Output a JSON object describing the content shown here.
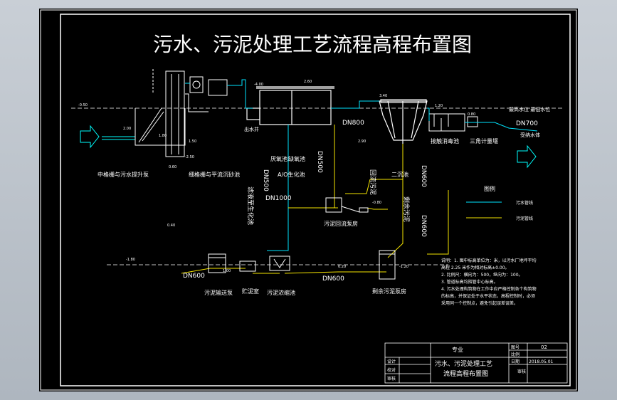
{
  "drawing": {
    "title": "污水、污泥处理工艺流程高程布置图",
    "colors": {
      "background": "#000000",
      "frame": "#ffffff",
      "sewage_line": "#00e5ff",
      "sludge_line": "#f5e400",
      "structure": "#ffffff",
      "arrow": "#00ffff"
    },
    "structures": [
      {
        "id": "coarse-screen",
        "label": "中格栅与污水提升泵"
      },
      {
        "id": "fine-screen",
        "label": "细格栅与平流沉砂池"
      },
      {
        "id": "anaerobic-tank",
        "label": "厌氧池"
      },
      {
        "id": "anoxic-tank",
        "label": "缺氧池"
      },
      {
        "id": "ao-tank",
        "label": "A/O生化池"
      },
      {
        "id": "secondary-clarifier",
        "label": "二沉池"
      },
      {
        "id": "disinfection",
        "label": "接触消毒池"
      },
      {
        "id": "flume",
        "label": "三角计量堰"
      },
      {
        "id": "return-pump",
        "label": "污泥回流泵房"
      },
      {
        "id": "sludge-pump",
        "label": "污泥输送泵"
      },
      {
        "id": "storage",
        "label": "贮泥室"
      },
      {
        "id": "thickener",
        "label": "污泥浓缩池"
      },
      {
        "id": "excess-pump",
        "label": "剩余污泥泵房"
      }
    ],
    "pipe_labels": {
      "dn800": "DN800",
      "dn500_a": "DN500",
      "dn500_b": "DN500",
      "dn1000": "DN1000",
      "dn600_a": "DN600",
      "dn600_b": "DN600",
      "dn600_c": "DN600",
      "dn600_d": "DN600",
      "return_sludge": "回流污泥",
      "excess_sludge": "剩余污泥",
      "filter_bio": "滤液至生化池",
      "overflow_left": "出水井",
      "river_label": "受纳水体",
      "water_level": "最高水位  最低水位",
      "dn_small": "DN700"
    },
    "legend": {
      "title": "图例",
      "items": [
        {
          "label": "污水管线",
          "color": "#00e5ff"
        },
        {
          "label": "污泥管线",
          "color": "#f5e400"
        }
      ]
    },
    "notes": [
      "说明：1. 图中标高单位为：米，以污水厂地坪平均",
      "高程 2.25 米作为相对标高±0.00。",
      "2. 比例尺：横向为：500，纵向为：100。",
      "3. 管道标高均指管中心标高。",
      "4. 污水处理构筑物在工作中应严格控制各个构筑物",
      "的标高，并保证处于水平状态，高程控制时，必须",
      "采用同一个控制点，避免引起误差误差。"
    ],
    "title_block": {
      "specialty_label": "专业",
      "drawing_name_line1": "污水、污泥处理工艺",
      "drawing_name_line2": "流程高程布置图",
      "drawing_no_label": "图号",
      "drawing_no": "02",
      "scale_label": "比例",
      "date_label": "日期",
      "date": "2018.05.01",
      "review_label": "审核",
      "left_labels": [
        "设计",
        "校对",
        "审核"
      ]
    },
    "elevations": [
      "-0.50",
      "2.00",
      "1.80",
      "1.50",
      "-2.50",
      "-4.00",
      "3.40",
      "2.90",
      "1.20",
      "0.80",
      "-1.80",
      "0.60",
      "1.00",
      "0.20",
      "-1.20",
      "-0.80",
      "2.60",
      "0.40"
    ]
  }
}
